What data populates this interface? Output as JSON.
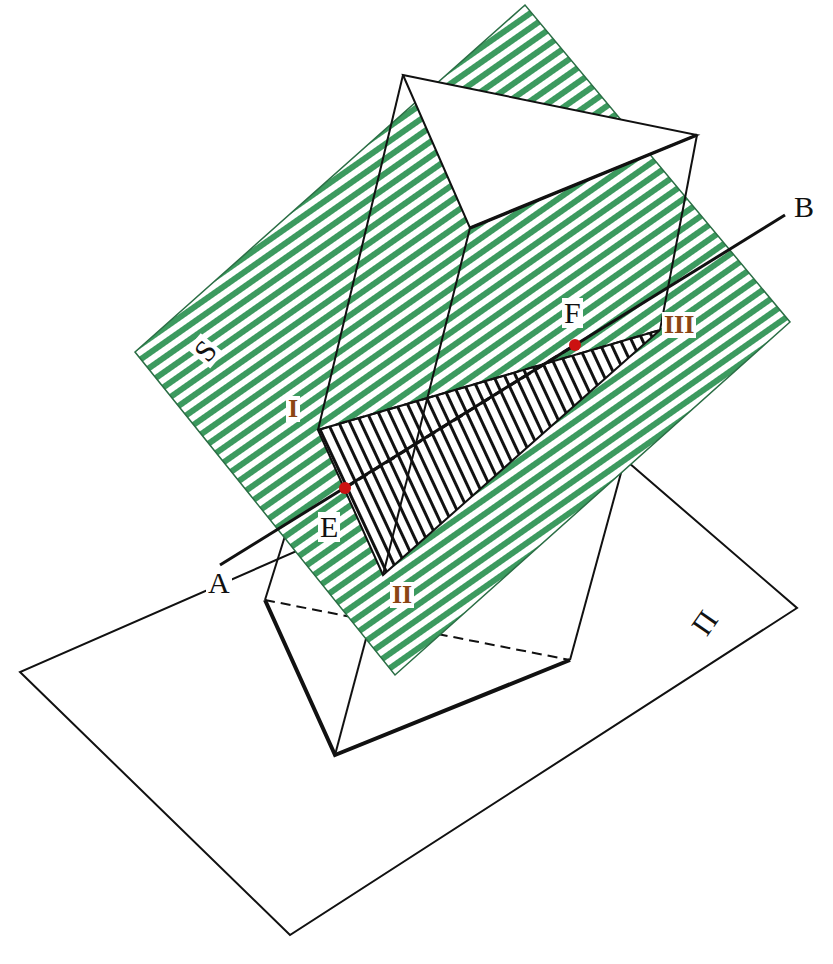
{
  "diagram": {
    "labels": [
      "B",
      "F",
      "E",
      "A",
      "S",
      "I",
      "II",
      "III",
      "Π"
    ]
  }
}
